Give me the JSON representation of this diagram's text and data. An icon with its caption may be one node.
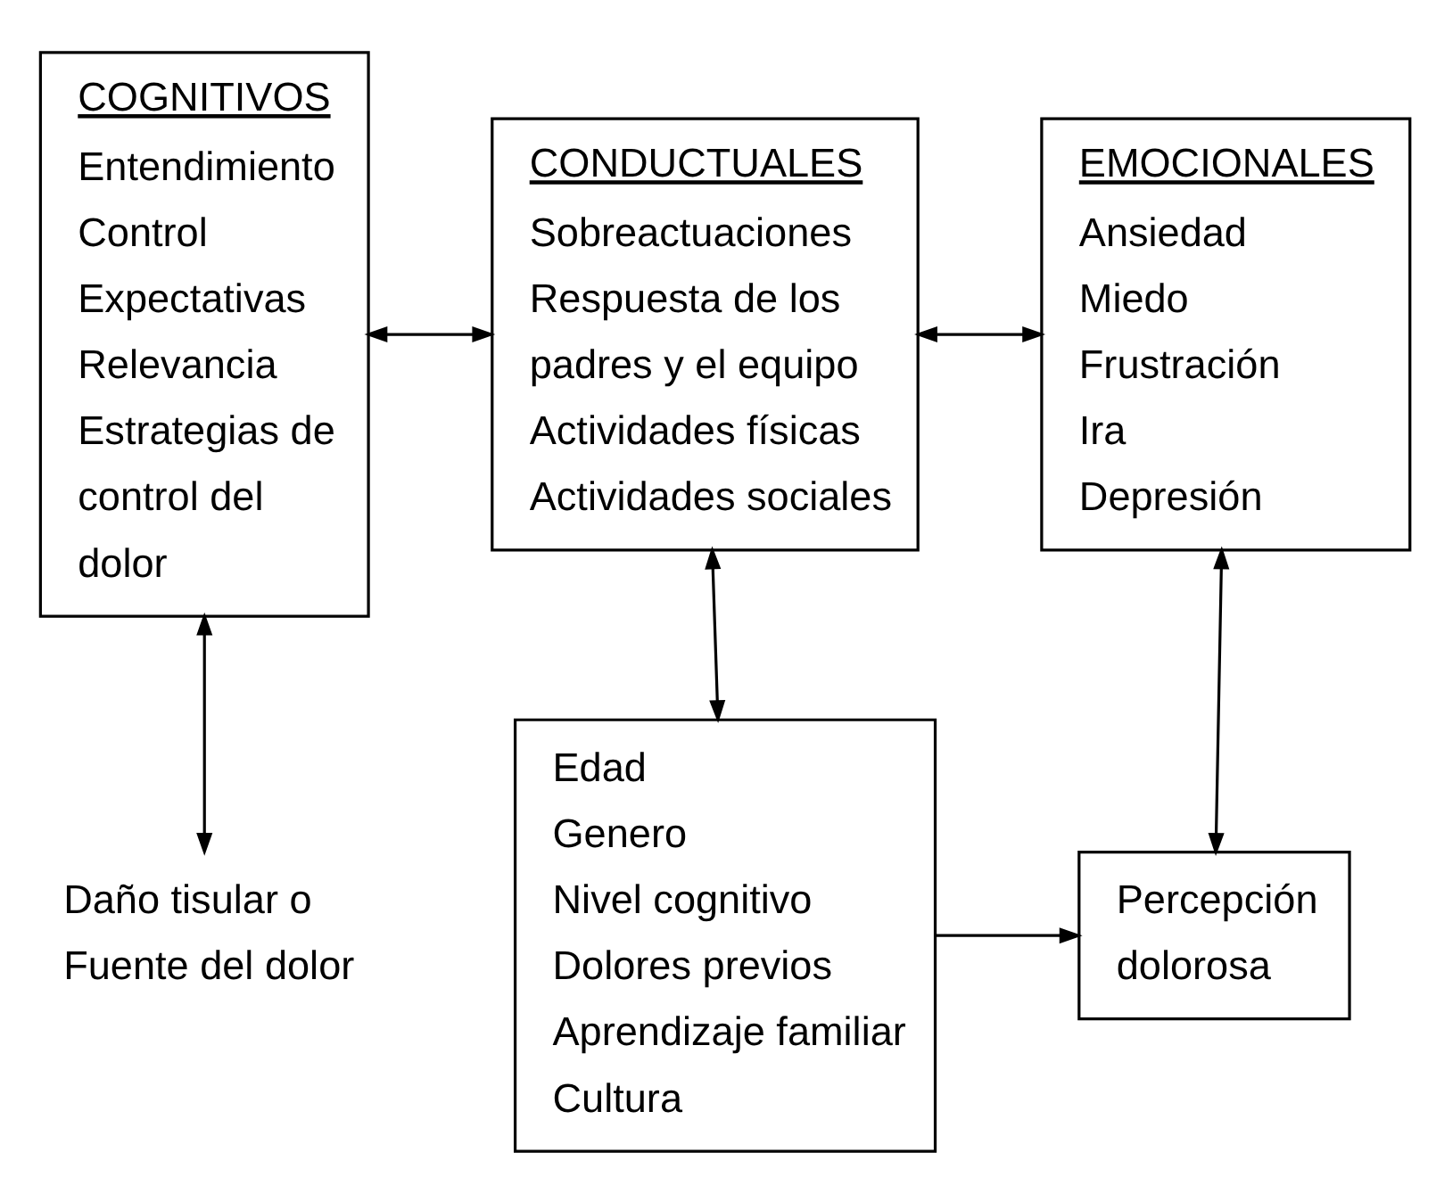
{
  "diagram": {
    "nodes": [
      {
        "text": [
          "COGNITIVOS",
          "Entendimiento",
          "Control",
          "Expectativas",
          "Relevancia",
          "Estrategias de control del dolor"
        ]
      },
      {
        "text": [
          "CONDUCTUALES",
          "Sobreactuaciones",
          "Respuesta de los padres y el equipo",
          "Actividades físicas",
          "Actividades sociales"
        ]
      },
      {
        "text": [
          "EMOCIONALES",
          "Ansiedad",
          "Miedo",
          "Frustración",
          "Ira",
          "Depresión"
        ]
      },
      {
        "text": [
          "Daño tisular o Fuente del dolor"
        ]
      },
      {
        "text": [
          "Edad",
          "Genero",
          "Nivel cognitivo",
          "Dolores previos",
          "Aprendizaje familiar",
          "Cultura"
        ]
      },
      {
        "text": [
          "Percepción dolorosa"
        ]
      }
    ],
    "edges": [
      {
        "from": 0,
        "to": 1,
        "arrow": "both"
      },
      {
        "from": 1,
        "to": 2,
        "arrow": "both"
      },
      {
        "from": 0,
        "to": 3,
        "arrow": "both"
      },
      {
        "from": 1,
        "to": 4,
        "arrow": "both"
      },
      {
        "from": 2,
        "to": 5,
        "arrow": "both"
      },
      {
        "from": 4,
        "to": 5,
        "arrow": "to"
      }
    ]
  }
}
